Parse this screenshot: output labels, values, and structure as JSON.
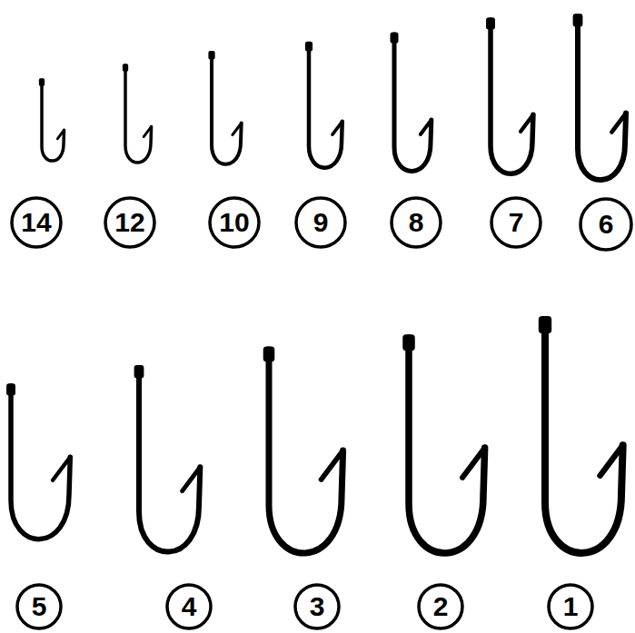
{
  "diagram": {
    "nodes": [
      {
        "text": [
          "14"
        ]
      },
      {
        "text": [
          "12"
        ]
      },
      {
        "text": [
          "10"
        ]
      },
      {
        "text": [
          "9"
        ]
      },
      {
        "text": [
          "8"
        ]
      },
      {
        "text": [
          "7"
        ]
      },
      {
        "text": [
          "6"
        ]
      },
      {
        "text": [
          "5"
        ]
      },
      {
        "text": [
          "4"
        ]
      },
      {
        "text": [
          "3"
        ]
      },
      {
        "text": [
          "2"
        ]
      },
      {
        "text": [
          "1"
        ]
      }
    ]
  }
}
